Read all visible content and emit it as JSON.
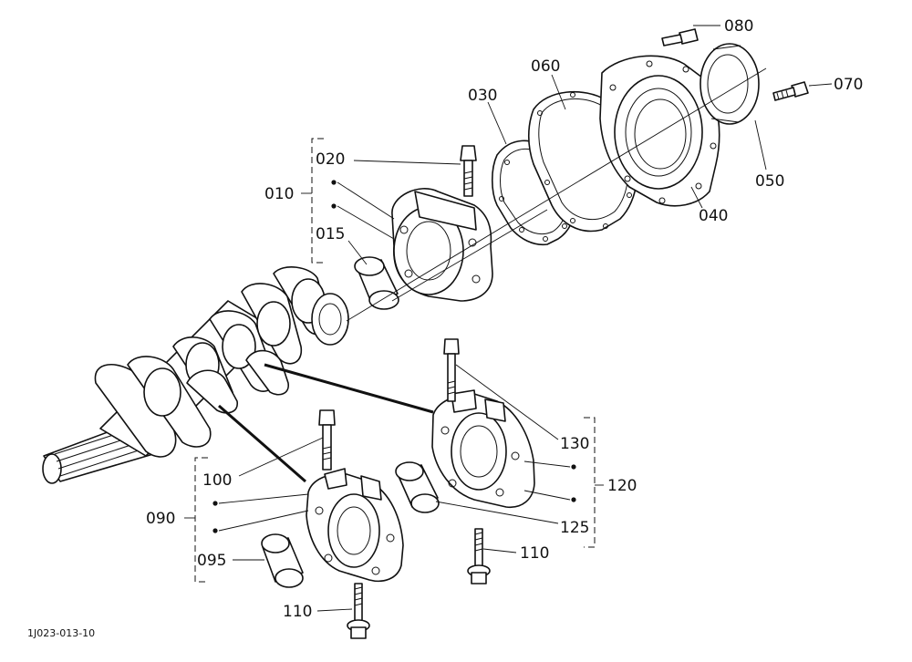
{
  "labels": {
    "l080": "080",
    "l070": "070",
    "l060": "060",
    "l030": "030",
    "l020": "020",
    "l010": "010",
    "l015": "015",
    "l050": "050",
    "l040": "040",
    "l130": "130",
    "l120": "120",
    "l125": "125",
    "l110a": "110",
    "l100": "100",
    "l090": "090",
    "l095": "095",
    "l110b": "110"
  },
  "drawing_code": "1J023-013-10"
}
